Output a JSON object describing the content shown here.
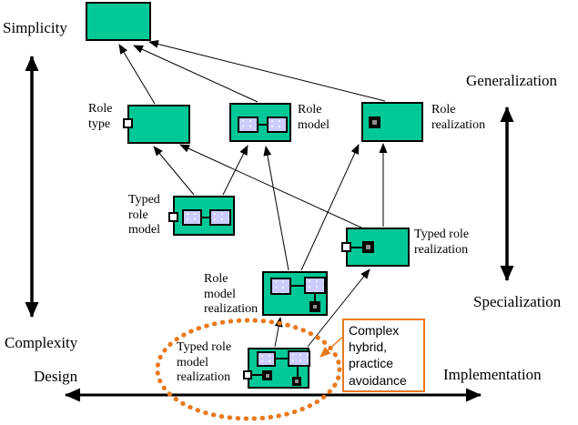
{
  "colors": {
    "node_fill": "#00C896",
    "node_border": "#000000",
    "classifier_fill": "#CCCCFF",
    "highlight_orange": "#E8791D",
    "line_color": "#000000"
  },
  "axes": {
    "vertical_left": {
      "top_label": "Simplicity",
      "bottom_label": "Complexity"
    },
    "vertical_right": {
      "top_label": "Generalization",
      "bottom_label": "Specialization"
    },
    "horizontal": {
      "left_label": "Design",
      "right_label": "Implementation"
    }
  },
  "nodes": {
    "top": {
      "label": ""
    },
    "role_type": {
      "label": "Role\ntype"
    },
    "role_model": {
      "label": "Role\nmodel"
    },
    "role_realization": {
      "label": "Role\nrealization"
    },
    "typed_role_model": {
      "label": "Typed\nrole\nmodel"
    },
    "typed_role_realization": {
      "label": "Typed role\nrealization"
    },
    "role_model_realization": {
      "label": "Role\nmodel\nrealization"
    },
    "typed_role_model_realization": {
      "label": "Typed role\nmodel\nrealization"
    }
  },
  "edges": [
    {
      "from": "role-type",
      "to": "top"
    },
    {
      "from": "role-model",
      "to": "top"
    },
    {
      "from": "role-realization",
      "to": "top"
    },
    {
      "from": "typed-role-model",
      "to": "role-type"
    },
    {
      "from": "typed-role-model",
      "to": "role-model"
    },
    {
      "from": "typed-role-realization",
      "to": "role-type"
    },
    {
      "from": "typed-role-realization",
      "to": "role-realization"
    },
    {
      "from": "role-model-realization",
      "to": "role-model"
    },
    {
      "from": "role-model-realization",
      "to": "role-realization"
    },
    {
      "from": "typed-role-model-realization",
      "to": "role-model-realization"
    },
    {
      "from": "typed-role-model-realization",
      "to": "typed-role-realization"
    }
  ],
  "callout": {
    "text": "Complex\nhybrid,\npractice\navoidance"
  }
}
